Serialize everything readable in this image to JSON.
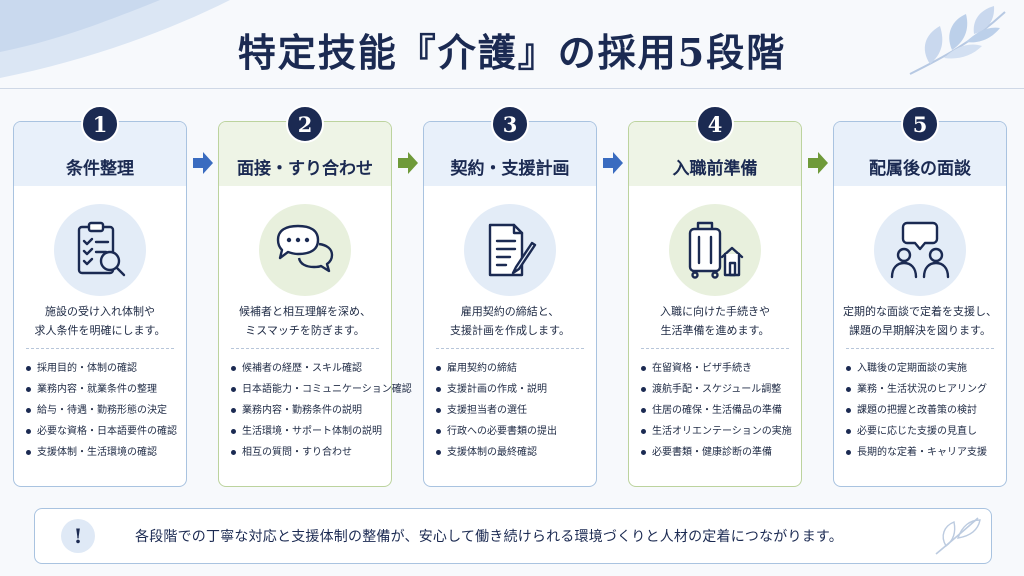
{
  "title": "特定技能『介護』の採用5段階",
  "steps": [
    {
      "number": "1",
      "title": "条件整理",
      "icon": "clipboard-magnifier-icon",
      "desc": [
        "施設の受け入れ体制や",
        "求人条件を明確にします。"
      ],
      "items": [
        "採用目的・体制の確認",
        "業務内容・就業条件の整理",
        "給与・待遇・勤務形態の決定",
        "必要な資格・日本語要件の確認",
        "支援体制・生活環境の確認"
      ]
    },
    {
      "number": "2",
      "title": "面接・すり合わせ",
      "icon": "speech-bubbles-icon",
      "desc": [
        "候補者と相互理解を深め、",
        "ミスマッチを防ぎます。"
      ],
      "items": [
        "候補者の経歴・スキル確認",
        "日本語能力・コミュニケーション確認",
        "業務内容・勤務条件の説明",
        "生活環境・サポート体制の説明",
        "相互の質問・すり合わせ"
      ]
    },
    {
      "number": "3",
      "title": "契約・支援計画",
      "icon": "document-pen-icon",
      "desc": [
        "雇用契約の締結と、",
        "支援計画を作成します。"
      ],
      "items": [
        "雇用契約の締結",
        "支援計画の作成・説明",
        "支援担当者の選任",
        "行政への必要書類の提出",
        "支援体制の最終確認"
      ]
    },
    {
      "number": "4",
      "title": "入職前準備",
      "icon": "suitcase-house-icon",
      "desc": [
        "入職に向けた手続きや",
        "生活準備を進めます。"
      ],
      "items": [
        "在留資格・ビザ手続き",
        "渡航手配・スケジュール調整",
        "住居の確保・生活備品の準備",
        "生活オリエンテーションの実施",
        "必要書類・健康診断の準備"
      ]
    },
    {
      "number": "5",
      "title": "配属後の面談",
      "icon": "people-conversation-icon",
      "desc": [
        "定期的な面談で定着を支援し、",
        "課題の早期解決を図ります。"
      ],
      "items": [
        "入職後の定期面談の実施",
        "業務・生活状況のヒアリング",
        "課題の把握と改善策の検討",
        "必要に応じた支援の見直し",
        "長期的な定着・キャリア支援"
      ]
    }
  ],
  "note": {
    "icon": "exclamation-icon",
    "mark": "!",
    "text": "各段階での丁寧な対応と支援体制の整備が、安心して働き続けられる環境づくりと人材の定着につながります。"
  },
  "colors": {
    "navy": "#1b2a52",
    "blue_accent": "#3a6cc0",
    "green_accent": "#6f9a3a",
    "blue_border": "#a9c3e0",
    "green_border": "#bcd39e"
  }
}
